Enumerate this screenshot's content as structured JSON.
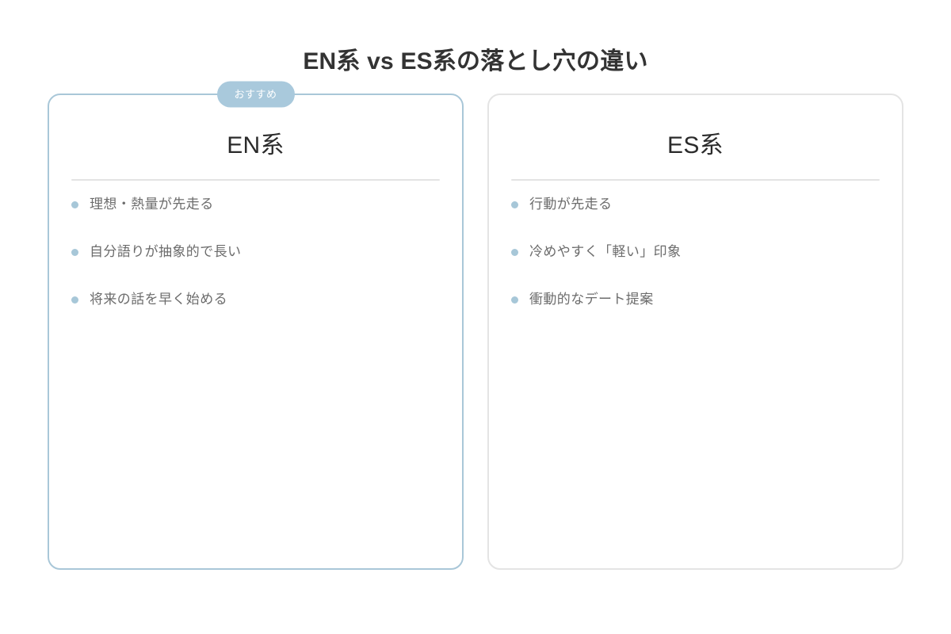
{
  "page": {
    "title": "EN系 vs ES系の落とし穴の違い",
    "background_color": "#ffffff",
    "title_color": "#333333"
  },
  "theme": {
    "accent_color": "#a9c9dc",
    "bullet_color": "#a7c7d8",
    "divider_color": "#e3e3e3",
    "plain_border_color": "#e4e4e4",
    "body_text_color": "#6c6c6c",
    "card_title_color": "#2b2b2b"
  },
  "cards": [
    {
      "badge": "おすすめ",
      "title": "EN系",
      "items": [
        "理想・熱量が先走る",
        "自分語りが抽象的で長い",
        "将来の話を早く始める"
      ]
    },
    {
      "badge": null,
      "title": "ES系",
      "items": [
        "行動が先走る",
        "冷めやすく「軽い」印象",
        "衝動的なデート提案"
      ]
    }
  ]
}
